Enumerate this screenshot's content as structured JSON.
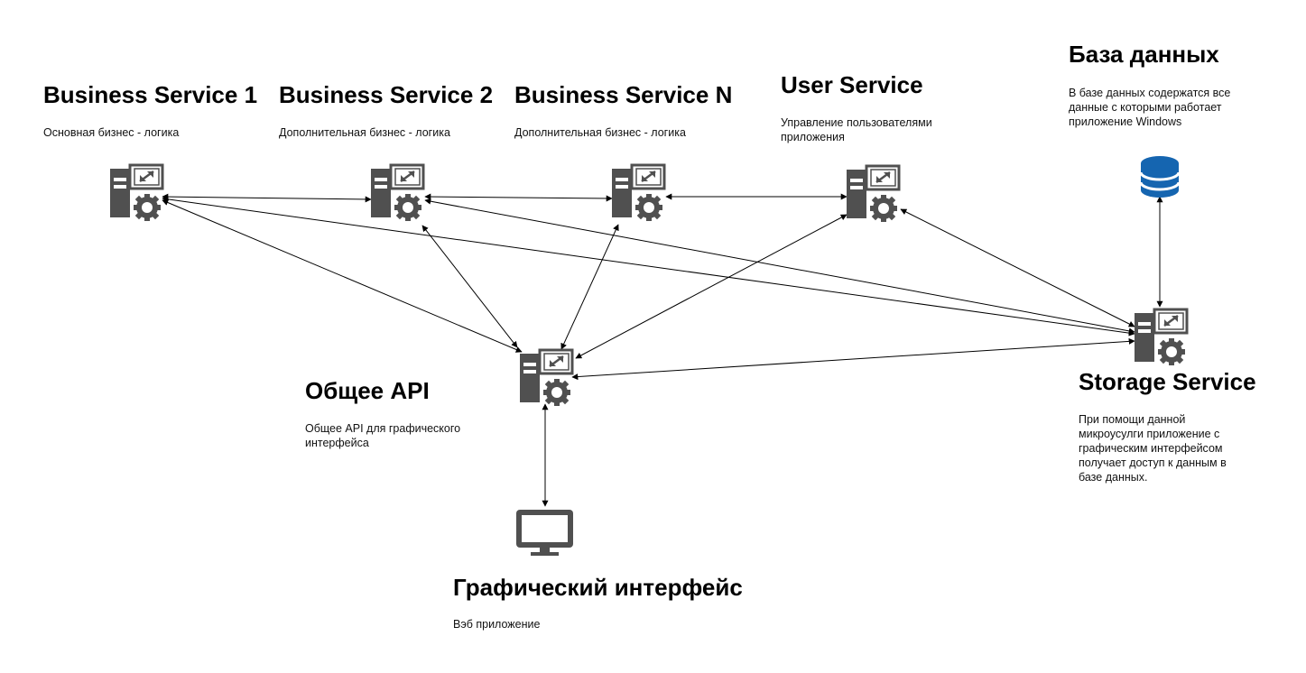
{
  "nodes": {
    "bs1": {
      "title": "Business Service 1",
      "desc": [
        "Основная бизнес - логика"
      ]
    },
    "bs2": {
      "title": "Business Service 2",
      "desc": [
        "Дополнительная бизнес - логика"
      ]
    },
    "bsn": {
      "title": "Business Service N",
      "desc": [
        "Дополнительная бизнес - логика"
      ]
    },
    "user": {
      "title": "User Service",
      "desc": [
        "Управление пользователями",
        "приложения"
      ]
    },
    "db": {
      "title": "База данных",
      "desc": [
        "В базе данных содержатся все",
        "данные с которыми работает",
        "приложение Windows"
      ]
    },
    "storage": {
      "title": "Storage Service",
      "desc": [
        "При помощи данной",
        "микроусулги приложение с",
        "графическим интерфейсом",
        "получает доступ к данным в",
        "базе данных."
      ]
    },
    "api": {
      "title": "Общее API",
      "desc": [
        "Общее API для графического",
        "интерфейса"
      ]
    },
    "gui": {
      "title": "Графический интерфейс",
      "desc": [
        "Вэб приложение"
      ]
    }
  },
  "icons": {
    "service": "server-gear-icon",
    "database": "database-icon",
    "monitor": "monitor-icon"
  },
  "connections": [
    {
      "from": "bs1",
      "to": "bs2"
    },
    {
      "from": "bs2",
      "to": "bsn"
    },
    {
      "from": "bsn",
      "to": "user"
    },
    {
      "from": "bs1",
      "to": "api"
    },
    {
      "from": "bs1",
      "to": "storage"
    },
    {
      "from": "bs2",
      "to": "api"
    },
    {
      "from": "bs2",
      "to": "storage"
    },
    {
      "from": "bsn",
      "to": "api"
    },
    {
      "from": "user",
      "to": "api"
    },
    {
      "from": "user",
      "to": "storage"
    },
    {
      "from": "api",
      "to": "storage"
    },
    {
      "from": "db",
      "to": "storage"
    },
    {
      "from": "api",
      "to": "gui"
    }
  ],
  "colors": {
    "icon": "#505050",
    "database": "#1565b0",
    "line": "#000000"
  }
}
